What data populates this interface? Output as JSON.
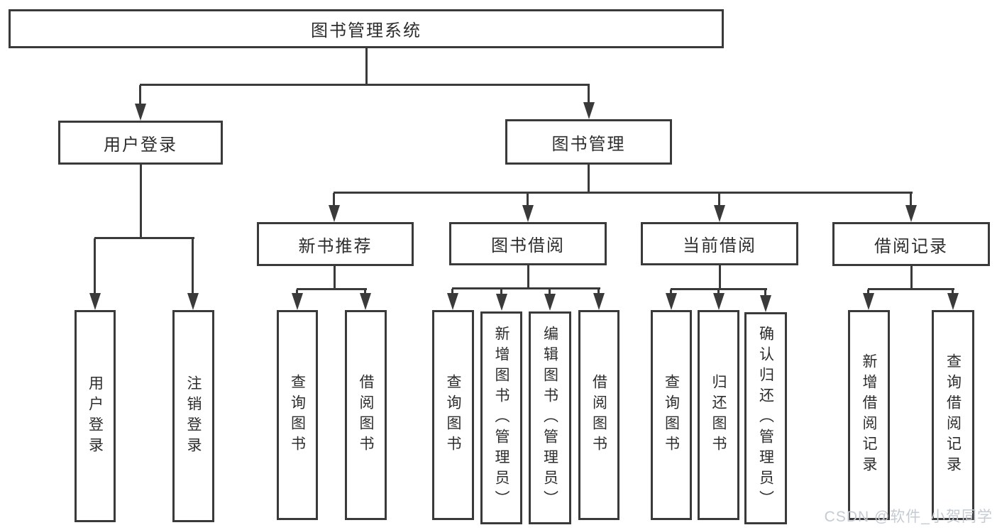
{
  "diagram": {
    "tree": {
      "label": "图书管理系统",
      "children": [
        {
          "label": "用户登录",
          "children": [
            {
              "label": "用户登录"
            },
            {
              "label": "注销登录"
            }
          ]
        },
        {
          "label": "图书管理",
          "children": [
            {
              "label": "新书推荐",
              "children": [
                {
                  "label": "查询图书"
                },
                {
                  "label": "借阅图书"
                }
              ]
            },
            {
              "label": "图书借阅",
              "children": [
                {
                  "label": "查询图书"
                },
                {
                  "label": "新增图书（管理员）"
                },
                {
                  "label": "编辑图书（管理员）"
                },
                {
                  "label": "借阅图书"
                }
              ]
            },
            {
              "label": "当前借阅",
              "children": [
                {
                  "label": "查询图书"
                },
                {
                  "label": "归还图书"
                },
                {
                  "label": "确认归还（管理员）"
                }
              ]
            },
            {
              "label": "借阅记录",
              "children": [
                {
                  "label": "新增借阅记录"
                },
                {
                  "label": "查询借阅记录"
                }
              ]
            }
          ]
        }
      ]
    }
  },
  "watermark": {
    "text": "CSDN @软件_小贺同学"
  },
  "colors": {
    "line": "#3a3a3a",
    "text": "#2d2d2d",
    "background": "#ffffff",
    "watermark": "#c5cbd3"
  }
}
